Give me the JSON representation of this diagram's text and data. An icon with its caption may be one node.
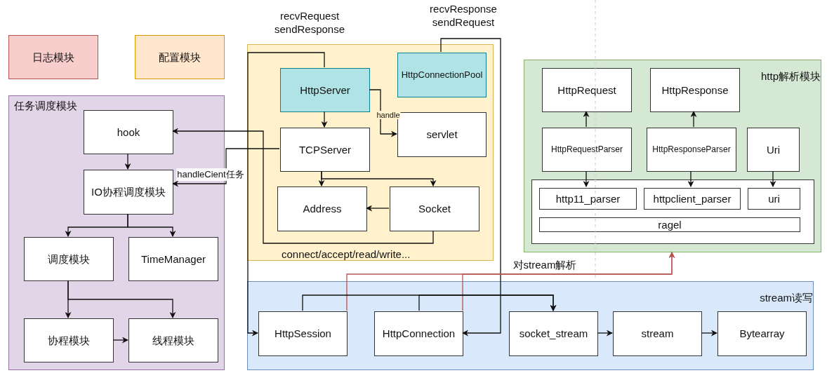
{
  "diagram": {
    "nodes": [
      {
        "text": [
          "日志模块"
        ]
      },
      {
        "text": [
          "配置模块"
        ]
      },
      {
        "text": [
          "任务调度模块"
        ]
      },
      {
        "text": [
          "hook"
        ],
        "in": 2
      },
      {
        "text": [
          "IO协程调度模块"
        ],
        "in": 2
      },
      {
        "text": [
          "调度模块"
        ],
        "in": 2
      },
      {
        "text": [
          "TimeManager"
        ],
        "in": 2
      },
      {
        "text": [
          "协程模块"
        ],
        "in": 2
      },
      {
        "text": [
          "线程模块"
        ],
        "in": 2
      },
      {
        "text": [
          "connect/accept/read/write..."
        ]
      },
      {
        "text": [
          "HttpServer"
        ],
        "in": 9
      },
      {
        "text": [
          "HttpConnectionPool"
        ],
        "in": 9
      },
      {
        "text": [
          "servlet"
        ],
        "in": 9
      },
      {
        "text": [
          "TCPServer"
        ],
        "in": 9
      },
      {
        "text": [
          "Address"
        ],
        "in": 9
      },
      {
        "text": [
          "Socket"
        ],
        "in": 9
      },
      {
        "text": [
          "http解析模块"
        ]
      },
      {
        "text": [
          "HttpRequest"
        ],
        "in": 16
      },
      {
        "text": [
          "HttpResponse"
        ],
        "in": 16
      },
      {
        "text": [
          "HttpRequestParser"
        ],
        "in": 16
      },
      {
        "text": [
          "HttpResponseParser"
        ],
        "in": 16
      },
      {
        "text": [
          "Uri"
        ],
        "in": 16
      },
      {
        "text": [],
        "shape": "box",
        "in": 16
      },
      {
        "text": [
          "http11_parser"
        ],
        "in": 22
      },
      {
        "text": [
          "httpclient_parser"
        ],
        "in": 22
      },
      {
        "text": [
          "uri"
        ],
        "in": 22
      },
      {
        "text": [
          "ragel"
        ],
        "in": 22
      },
      {
        "text": [
          "stream读写"
        ]
      },
      {
        "text": [
          "HttpSession"
        ],
        "in": 27
      },
      {
        "text": [
          "HttpConnection"
        ],
        "in": 27
      },
      {
        "text": [
          "socket_stream"
        ],
        "in": 27
      },
      {
        "text": [
          "stream"
        ],
        "in": 27
      },
      {
        "text": [
          "Bytearray"
        ],
        "in": 27
      }
    ],
    "edges": [
      {
        "from": 3,
        "to": 4,
        "arrow": "to"
      },
      {
        "from": 13,
        "to": 4,
        "arrow": "to",
        "label": "handleCient任务"
      },
      {
        "from": 15,
        "to": 3,
        "arrow": "to"
      },
      {
        "from": 4,
        "to": 5,
        "arrow": "to"
      },
      {
        "from": 4,
        "to": 6,
        "arrow": "to"
      },
      {
        "from": 5,
        "to": 7,
        "arrow": "to"
      },
      {
        "from": 5,
        "to": 8,
        "arrow": "to"
      },
      {
        "from": 7,
        "to": 8,
        "arrow": "to"
      },
      {
        "from": 10,
        "to": 13,
        "arrow": "to"
      },
      {
        "from": 10,
        "to": 12,
        "arrow": "to",
        "label": "handle"
      },
      {
        "from": 13,
        "to": 14,
        "arrow": "to"
      },
      {
        "from": 13,
        "to": 15,
        "arrow": "to"
      },
      {
        "from": 15,
        "to": 14,
        "arrow": "to"
      },
      {
        "from": 10,
        "to": 28,
        "arrow": "to"
      },
      {
        "from": 11,
        "to": 29,
        "arrow": "to"
      },
      {
        "from": 19,
        "to": 17,
        "arrow": "to"
      },
      {
        "from": 20,
        "to": 18,
        "arrow": "to"
      },
      {
        "from": 19,
        "to": 23,
        "arrow": "to"
      },
      {
        "from": 20,
        "to": 24,
        "arrow": "to"
      },
      {
        "from": 21,
        "to": 25,
        "arrow": "to"
      },
      {
        "from": 28,
        "to": 16,
        "arrow": "to",
        "color": "#b85450",
        "label": "对stream解析"
      },
      {
        "from": 29,
        "to": 16,
        "arrow": "to",
        "color": "#b85450"
      },
      {
        "from": 28,
        "to": 30,
        "arrow": "to"
      },
      {
        "from": 29,
        "to": 30,
        "arrow": "to"
      },
      {
        "from": 30,
        "to": 31,
        "arrow": "to"
      },
      {
        "from": 31,
        "to": 32,
        "arrow": "to"
      }
    ],
    "labels": [
      "recvRequest sendResponse",
      "recvResponse sendRequest"
    ]
  }
}
